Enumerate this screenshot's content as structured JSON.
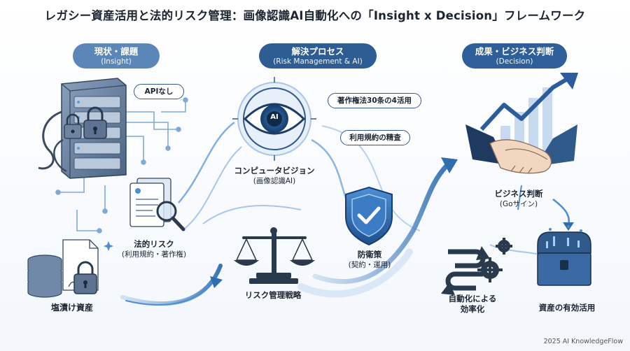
{
  "title": "レガシー資産活用と法的リスク管理：画像認識AI自動化への「Insight x Decision」フレームワーク",
  "columns": [
    {
      "main": "現状・課題",
      "sub": "(Insight)",
      "color": "#5b86b8"
    },
    {
      "main": "解決プロセス",
      "sub": "(Risk Management & AI)",
      "color": "#2d5d93"
    },
    {
      "main": "成果・ビジネス判断",
      "sub": "(Decision)",
      "color": "#2f5f98"
    }
  ],
  "bubbles": {
    "api": "APIなし",
    "copyright": "著作権法30条の4活用",
    "terms": "利用規約の精査"
  },
  "ai_badge": "AI",
  "labels": {
    "legal_risk": {
      "main": "法的リスク",
      "sub": "(利用規約・著作権)"
    },
    "salted_assets": {
      "main": "塩漬け資産"
    },
    "computer_vision": {
      "main": "コンピュータビジョン",
      "sub": "(画像認識AI)"
    },
    "risk_strategy": {
      "main": "リスク管理戦略"
    },
    "defense": {
      "main": "防衛策",
      "sub": "(契約・運用)"
    },
    "business_decision": {
      "main": "ビジネス判断",
      "sub": "(Goサイン)"
    },
    "automation": {
      "main": "自動化による",
      "sub": "効率化"
    },
    "asset_use": {
      "main": "資産の有効活用"
    }
  },
  "footer": "2025 AI KnowledgeFlow",
  "colors": {
    "primary": "#2f5a8a",
    "accent": "#4b8fd1",
    "light": "#cfe0f2"
  }
}
